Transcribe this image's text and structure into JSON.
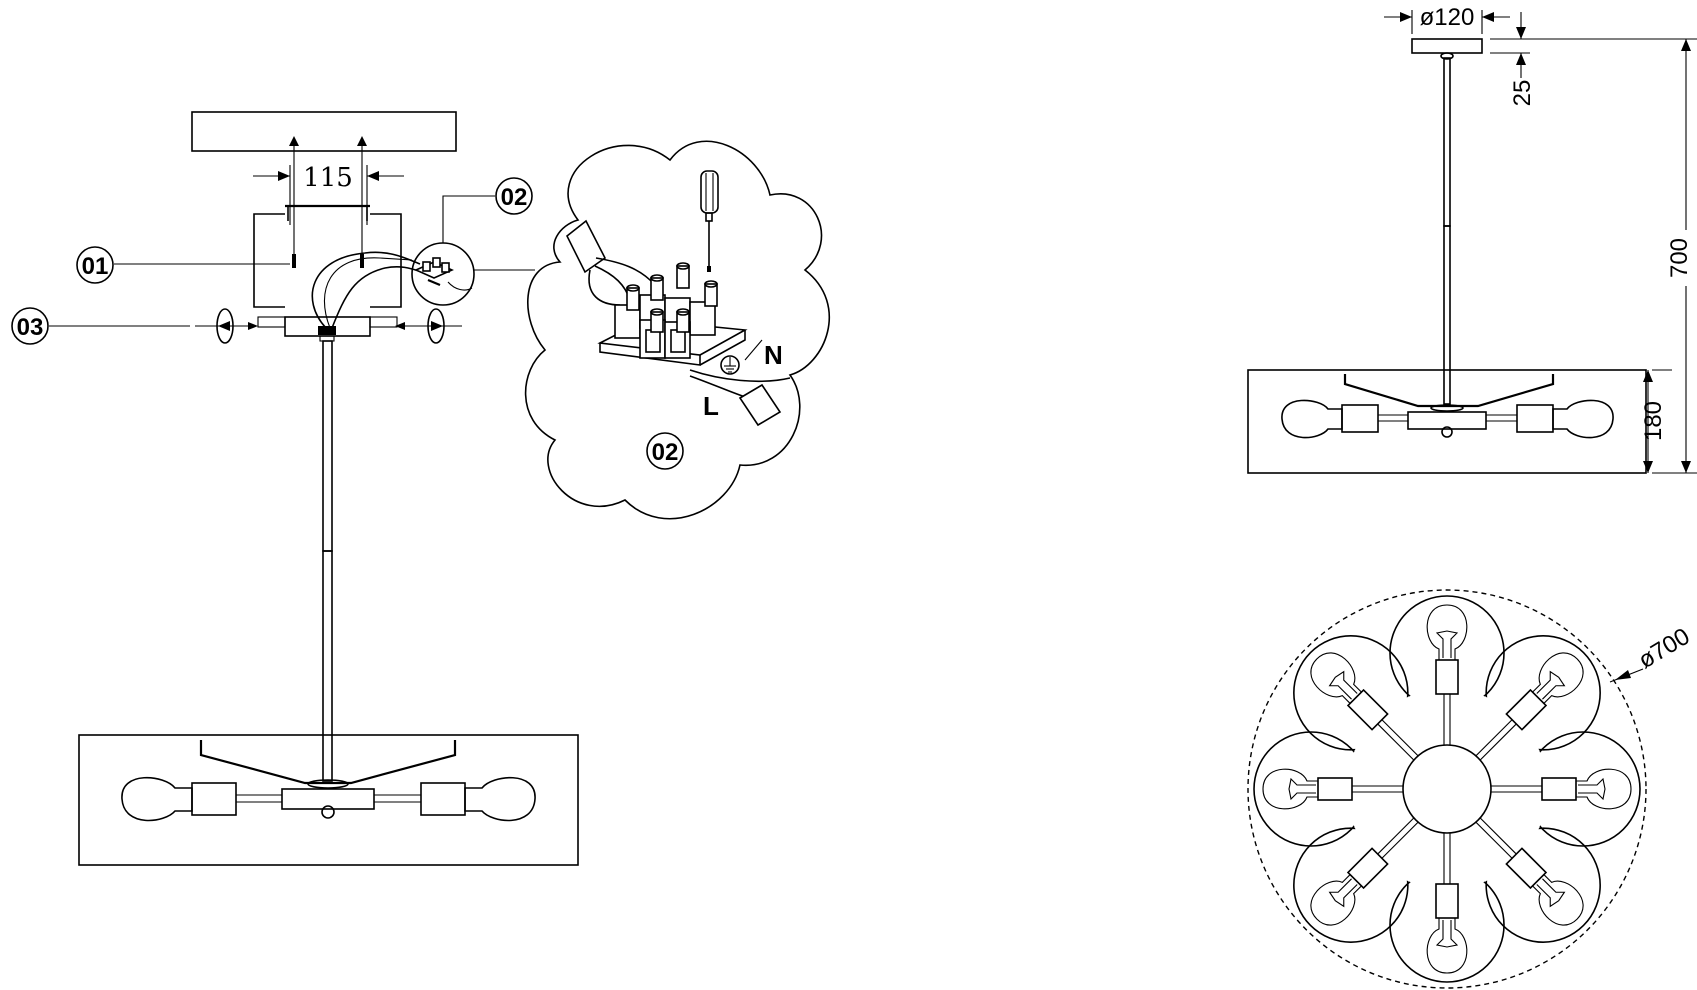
{
  "callouts": {
    "part_01": "01",
    "part_02": "02",
    "part_03": "03",
    "detail_02": "02"
  },
  "dimensions": {
    "mount_spacing": "115",
    "canopy_diameter": "ø120",
    "canopy_height": "25",
    "overall_height": "700",
    "body_height": "180",
    "overall_diameter": "ø700"
  },
  "wiring": {
    "neutral": "N",
    "live": "L"
  },
  "icons": [
    "screwdriver-icon",
    "ground-symbol-icon",
    "terminal-block-icon",
    "light-bulb-icon"
  ]
}
